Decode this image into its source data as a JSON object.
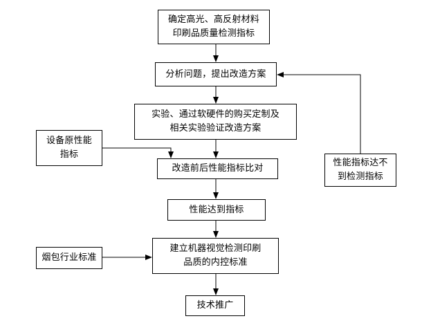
{
  "flow": {
    "step1": "确定高光、高反射材料\n印刷品质量检测指标",
    "step2": "分析问题，提出改造方案",
    "step3": "实验、通过软硬件的购买定制及\n相关实验验证改造方案",
    "step4": "改造前后性能指标比对",
    "step5": "性能达到指标",
    "step6": "建立机器视觉检测印刷\n品质的内控标准",
    "step7": "技术推广"
  },
  "inputs": {
    "device_metrics": "设备原性能\n指标",
    "industry_standard": "烟包行业标准"
  },
  "feedback": {
    "not_met": "性能指标达不\n到检测指标"
  },
  "colors": {
    "line": "#000000",
    "box_border": "#000000",
    "background": "#ffffff"
  }
}
